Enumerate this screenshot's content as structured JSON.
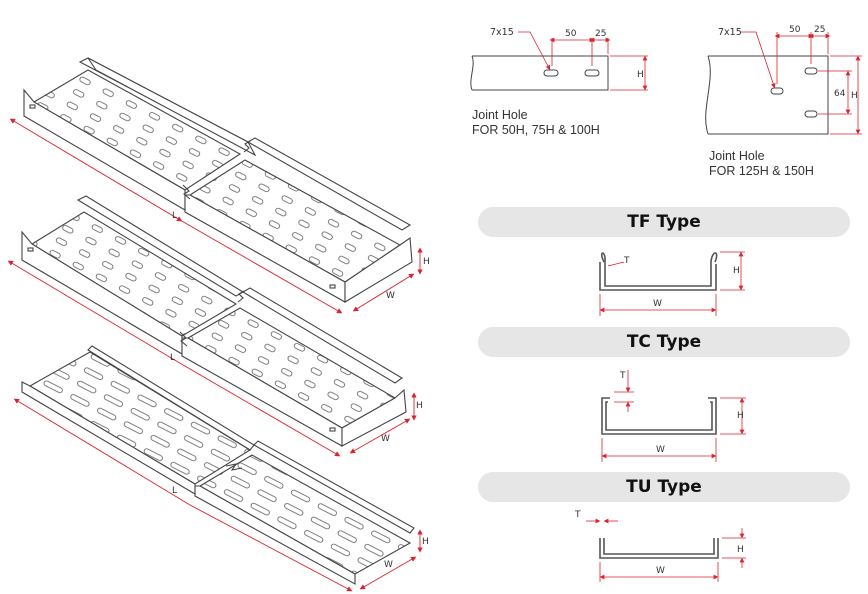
{
  "joint_hole_small": {
    "slot_label": "7x15",
    "dim_a": "50",
    "dim_b": "25",
    "dim_h": "H",
    "title": "Joint Hole",
    "subtitle": "FOR 50H, 75H & 100H"
  },
  "joint_hole_large": {
    "slot_label": "7x15",
    "dim_a": "50",
    "dim_b": "25",
    "dim_v": "64",
    "dim_h": "H",
    "title": "Joint Hole",
    "subtitle": "FOR 125H & 150H"
  },
  "types": [
    {
      "title": "TF Type",
      "t": "T",
      "h": "H",
      "w": "W"
    },
    {
      "title": "TC Type",
      "t": "T",
      "h": "H",
      "w": "W"
    },
    {
      "title": "TU Type",
      "t": "T",
      "h": "H",
      "w": "W"
    }
  ],
  "tray_labels": [
    {
      "l": "L",
      "w": "W",
      "h": "H"
    },
    {
      "l": "L",
      "w": "W",
      "h": "H"
    },
    {
      "l": "L",
      "w": "W",
      "h": "H"
    }
  ],
  "colors": {
    "dimension": "#d9232d",
    "outline": "#444444",
    "pill": "#e6e6e6"
  }
}
